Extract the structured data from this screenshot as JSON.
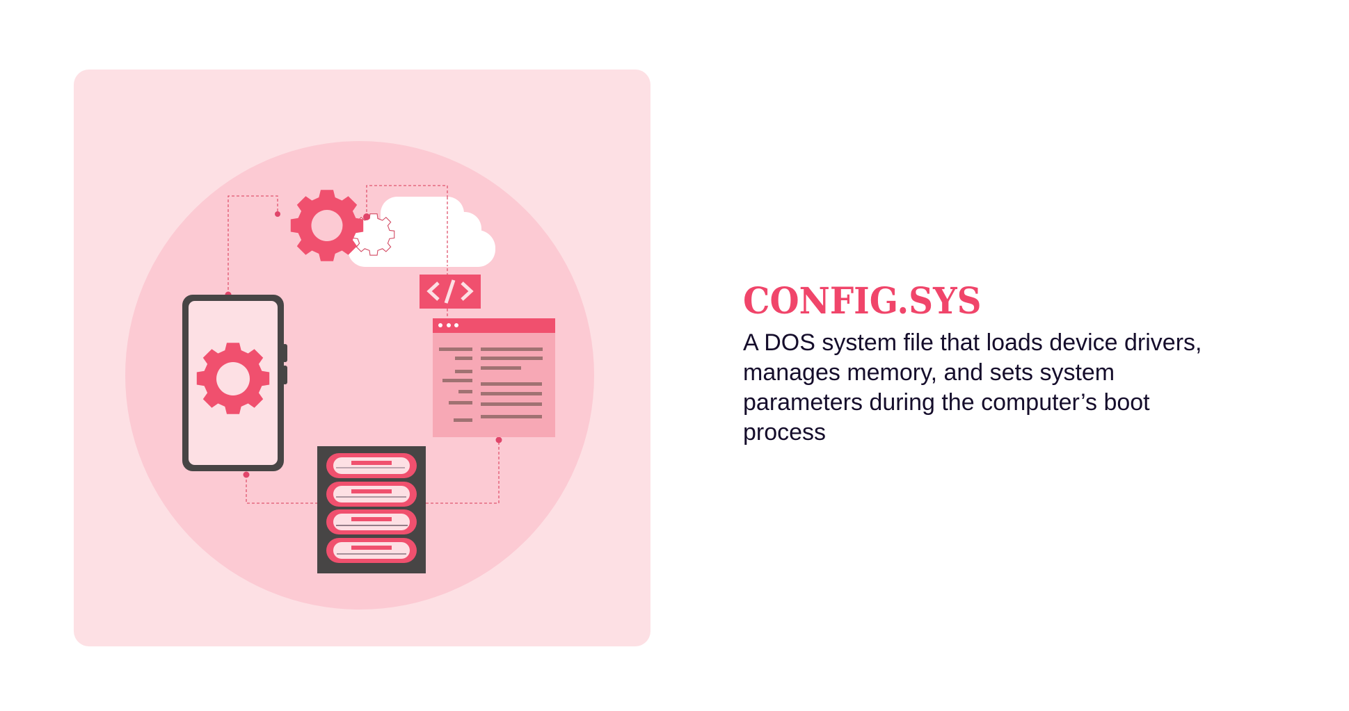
{
  "title": "CONFIG.SYS",
  "description": "A DOS system file that loads device drivers, manages memory, and sets system parameters during the computer’s boot process",
  "description_lines": [
    "A DOS system file that loads device",
    "drivers, manages memory, and sets",
    "system parameters during the",
    "computer’s boot process"
  ],
  "illustration": {
    "elements": [
      "gear-icon",
      "cloud-icon",
      "code-tag-icon",
      "code-window",
      "smartphone",
      "server-rack"
    ],
    "code_tag_label": "</>",
    "colors": {
      "card_background": "#fde0e4",
      "circle_background": "#fccad3",
      "accent": "#f0506e",
      "dark": "#474545",
      "window_body": "#f7a8b5",
      "code_lines": "#a07070",
      "cloud": "#ffffff",
      "connector": "#e0566f"
    }
  },
  "colors": {
    "title": "#f0456a",
    "text": "#150d2b",
    "page_background": "#ffffff"
  }
}
